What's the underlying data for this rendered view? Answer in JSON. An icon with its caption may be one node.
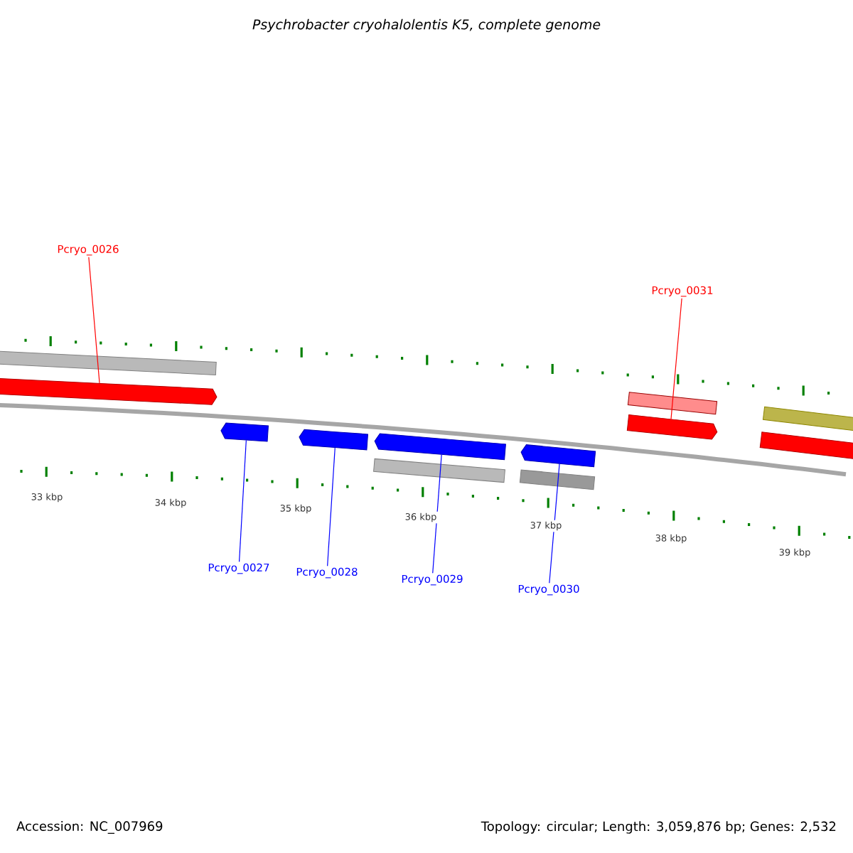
{
  "diagram": {
    "title": "Psychrobacter cryohalolentis K5, complete genome",
    "nodes": [
      {
        "text": [
          "Pcryo_0026"
        ]
      },
      {
        "text": [
          "Pcryo_0027"
        ]
      },
      {
        "text": [
          "Pcryo_0028"
        ]
      },
      {
        "text": [
          "Pcryo_0029"
        ]
      },
      {
        "text": [
          "Pcryo_0030"
        ]
      },
      {
        "text": [
          "Pcryo_0031"
        ]
      },
      {
        "text": [],
        "shape": "bar"
      },
      {
        "text": [],
        "shape": "arrow"
      },
      {
        "text": [],
        "shape": "arrow"
      },
      {
        "text": [],
        "shape": "arrow"
      },
      {
        "text": [],
        "shape": "arrow"
      },
      {
        "text": [],
        "shape": "bar"
      },
      {
        "text": [],
        "shape": "arrow"
      },
      {
        "text": [],
        "shape": "bar"
      },
      {
        "text": [],
        "shape": "bar"
      },
      {
        "text": [],
        "shape": "arrow"
      },
      {
        "text": [],
        "shape": "bar"
      },
      {
        "text": [],
        "shape": "bar"
      }
    ],
    "edges": [
      {
        "from": 0,
        "to": 7,
        "arrow": "none",
        "color": "#ff0000"
      },
      {
        "from": 1,
        "to": 8,
        "arrow": "none",
        "color": "#0000ff"
      },
      {
        "from": 2,
        "to": 9,
        "arrow": "none",
        "color": "#0000ff"
      },
      {
        "from": 3,
        "to": 10,
        "arrow": "none",
        "color": "#0000ff"
      },
      {
        "from": 4,
        "to": 12,
        "arrow": "none",
        "color": "#0000ff"
      },
      {
        "from": 5,
        "to": 15,
        "arrow": "none",
        "color": "#ff0000"
      }
    ],
    "labels": [
      "33 kbp",
      "34 kbp",
      "35 kbp",
      "36 kbp",
      "37 kbp",
      "38 kbp",
      "39 kbp",
      "Accession: NC_007969",
      "Topology: circular; Length: 3,059,876 bp; Genes: 2,532"
    ]
  }
}
